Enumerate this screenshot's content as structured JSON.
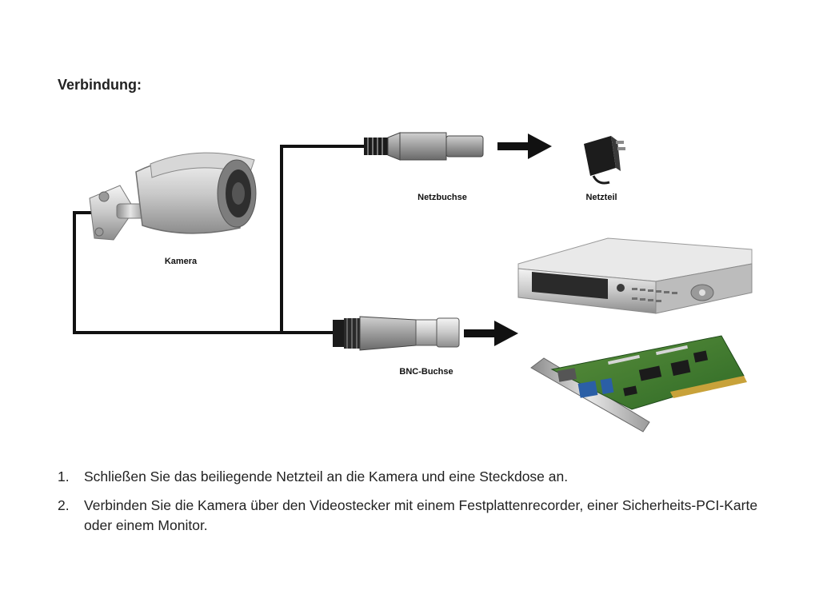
{
  "heading": "Verbindung:",
  "labels": {
    "camera": "Kamera",
    "power_socket": "Netzbuchse",
    "power_supply": "Netzteil",
    "bnc_socket": "BNC-Buchse"
  },
  "steps": [
    {
      "num": "1.",
      "text": "Schließen Sie das beiliegende Netzteil an die Kamera und eine Steckdose an."
    },
    {
      "num": "2.",
      "text": "Verbinden Sie die Kamera über den Videostecker mit einem Festplattenrecorder, einer Sicherheits-PCI-Karte oder einem Monitor."
    }
  ]
}
